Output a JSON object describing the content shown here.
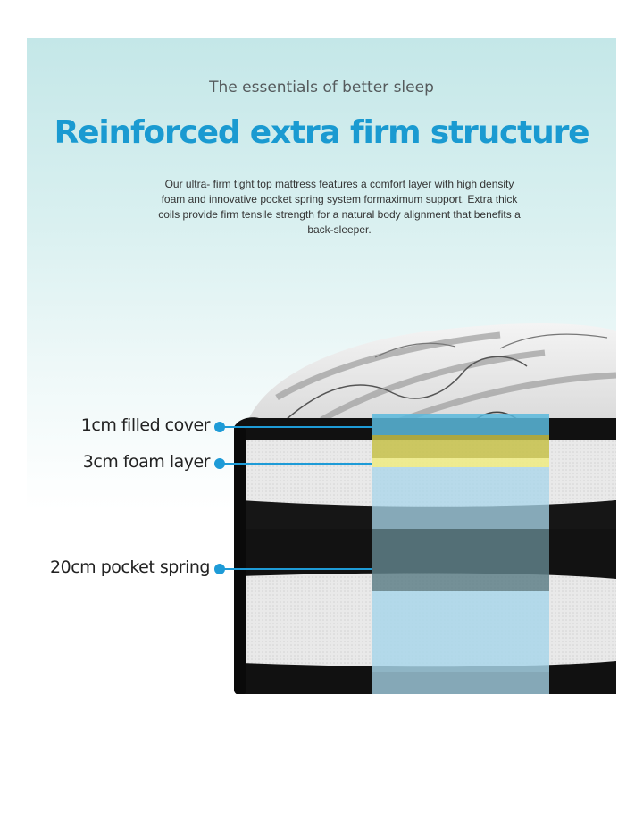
{
  "header": {
    "subtitle": "The essentials of better sleep",
    "title": "Reinforced extra  firm structure",
    "description": "Our ultra- firm tight top mattress features a comfort layer with high density foam and innovative pocket spring system formaximum support. Extra thick coils provide firm tensile strength for a natural body alignment that benefits a back-sleeper."
  },
  "layers": [
    {
      "label": "1cm filled cover",
      "color": "#4bb6e0"
    },
    {
      "label": "3cm foam layer",
      "color": "#e8e36a"
    },
    {
      "label": "20cm pocket spring",
      "color": "#3fa7d6"
    }
  ],
  "colors": {
    "accent": "#1a9ad1",
    "sky": "#c4e7e8",
    "callout_dot": "#1e9bd7"
  }
}
